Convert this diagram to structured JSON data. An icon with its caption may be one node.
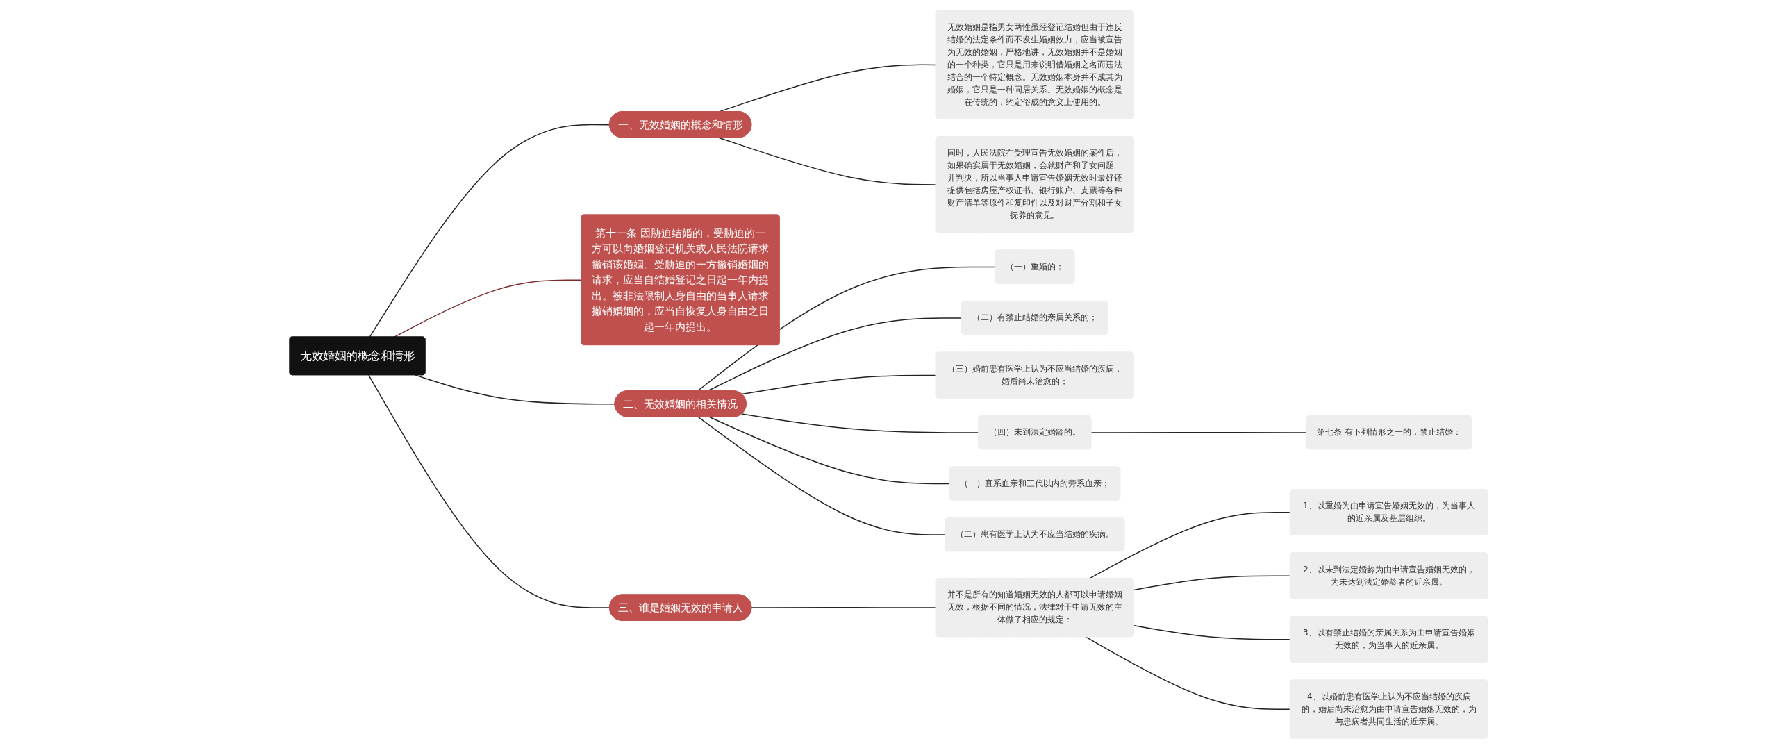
{
  "diagram": {
    "nodes": [
      {
        "text": [
          "无效婚姻的概念和情形"
        ]
      },
      {
        "text": [
          "一、无效婚姻的概念和情形"
        ]
      },
      {
        "text": [
          "无效婚姻是指男女两性虽经登记结婚但由于违反结婚的法定条件而不发生婚姻效力，应当被宣告为无效的婚姻，严格地讲，无效婚姻并不是婚姻的一个种类，它只是用来说明借婚姻之名而违法结合的一个特定概念。无效婚姻本身并不成其为婚姻，它只是一种同居关系。无效婚姻的概念是在传统的，约定俗成的意义上使用的。"
        ]
      },
      {
        "text": [
          "同时，人民法院在受理宣告无效婚姻的案件后，如果确实属于无效婚姻，会就财产和子女问题一并判决，所以当事人申请宣告婚姻无效时最好还提供包括房屋产权证书、银行账户、支票等各种财产清单等原件和复印件以及对财产分割和子女抚养的意见。"
        ]
      },
      {
        "text": [
          "第十一条 因胁迫结婚的，受胁迫的一方可以向婚姻登记机关或人民法院请求撤销该婚姻。受胁迫的一方撤销婚姻的请求，应当自结婚登记之日起一年内提出。被非法限制人身自由的当事人请求撤销婚姻的，应当自恢复人身自由之日起一年内提出。"
        ]
      },
      {
        "text": [
          "二、无效婚姻的相关情况"
        ]
      },
      {
        "text": [
          "（一）重婚的；"
        ]
      },
      {
        "text": [
          "（二）有禁止结婚的亲属关系的；"
        ]
      },
      {
        "text": [
          "（三）婚前患有医学上认为不应当结婚的疾病，婚后尚未治愈的；"
        ]
      },
      {
        "text": [
          "（四）未到法定婚龄的。"
        ]
      },
      {
        "text": [
          "第七条 有下列情形之一的，禁止结婚："
        ]
      },
      {
        "text": [
          "（一）直系血亲和三代以内的旁系血亲；"
        ]
      },
      {
        "text": [
          "（二）患有医学上认为不应当结婚的疾病。"
        ]
      },
      {
        "text": [
          "三、谁是婚姻无效的申请人"
        ]
      },
      {
        "text": [
          "并不是所有的知道婚姻无效的人都可以申请婚姻无效，根据不同的情况，法律对于申请无效的主体做了相应的规定："
        ]
      },
      {
        "text": [
          "1、以重婚为由申请宣告婚姻无效的，为当事人的近亲属及基层组织。"
        ]
      },
      {
        "text": [
          "2、以未到法定婚龄为由申请宣告婚姻无效的，为未达到法定婚龄者的近亲属。"
        ]
      },
      {
        "text": [
          "3、以有禁止结婚的亲属关系为由申请宣告婚姻无效的，为当事人的近亲属。"
        ]
      },
      {
        "text": [
          "4、以婚前患有医学上认为不应当结婚的疾病的，婚后尚未治愈为由申请宣告婚姻无效的，为与患病者共同生活的近亲属。"
        ]
      }
    ],
    "edges": [
      {
        "from": 0,
        "to": 1,
        "arrow": "none"
      },
      {
        "from": 1,
        "to": 2,
        "arrow": "none"
      },
      {
        "from": 1,
        "to": 3,
        "arrow": "none"
      },
      {
        "from": 0,
        "to": 4,
        "arrow": "none",
        "color": "#7a2a2a"
      },
      {
        "from": 0,
        "to": 5,
        "arrow": "none"
      },
      {
        "from": 5,
        "to": 6,
        "arrow": "none"
      },
      {
        "from": 5,
        "to": 7,
        "arrow": "none"
      },
      {
        "from": 5,
        "to": 8,
        "arrow": "none"
      },
      {
        "from": 5,
        "to": 9,
        "arrow": "none"
      },
      {
        "from": 9,
        "to": 10,
        "arrow": "none"
      },
      {
        "from": 5,
        "to": 11,
        "arrow": "none"
      },
      {
        "from": 5,
        "to": 12,
        "arrow": "none"
      },
      {
        "from": 0,
        "to": 13,
        "arrow": "none"
      },
      {
        "from": 13,
        "to": 14,
        "arrow": "none"
      },
      {
        "from": 14,
        "to": 15,
        "arrow": "none"
      },
      {
        "from": 14,
        "to": 16,
        "arrow": "none"
      },
      {
        "from": 14,
        "to": 17,
        "arrow": "none"
      },
      {
        "from": 14,
        "to": 18,
        "arrow": "none"
      }
    ]
  }
}
